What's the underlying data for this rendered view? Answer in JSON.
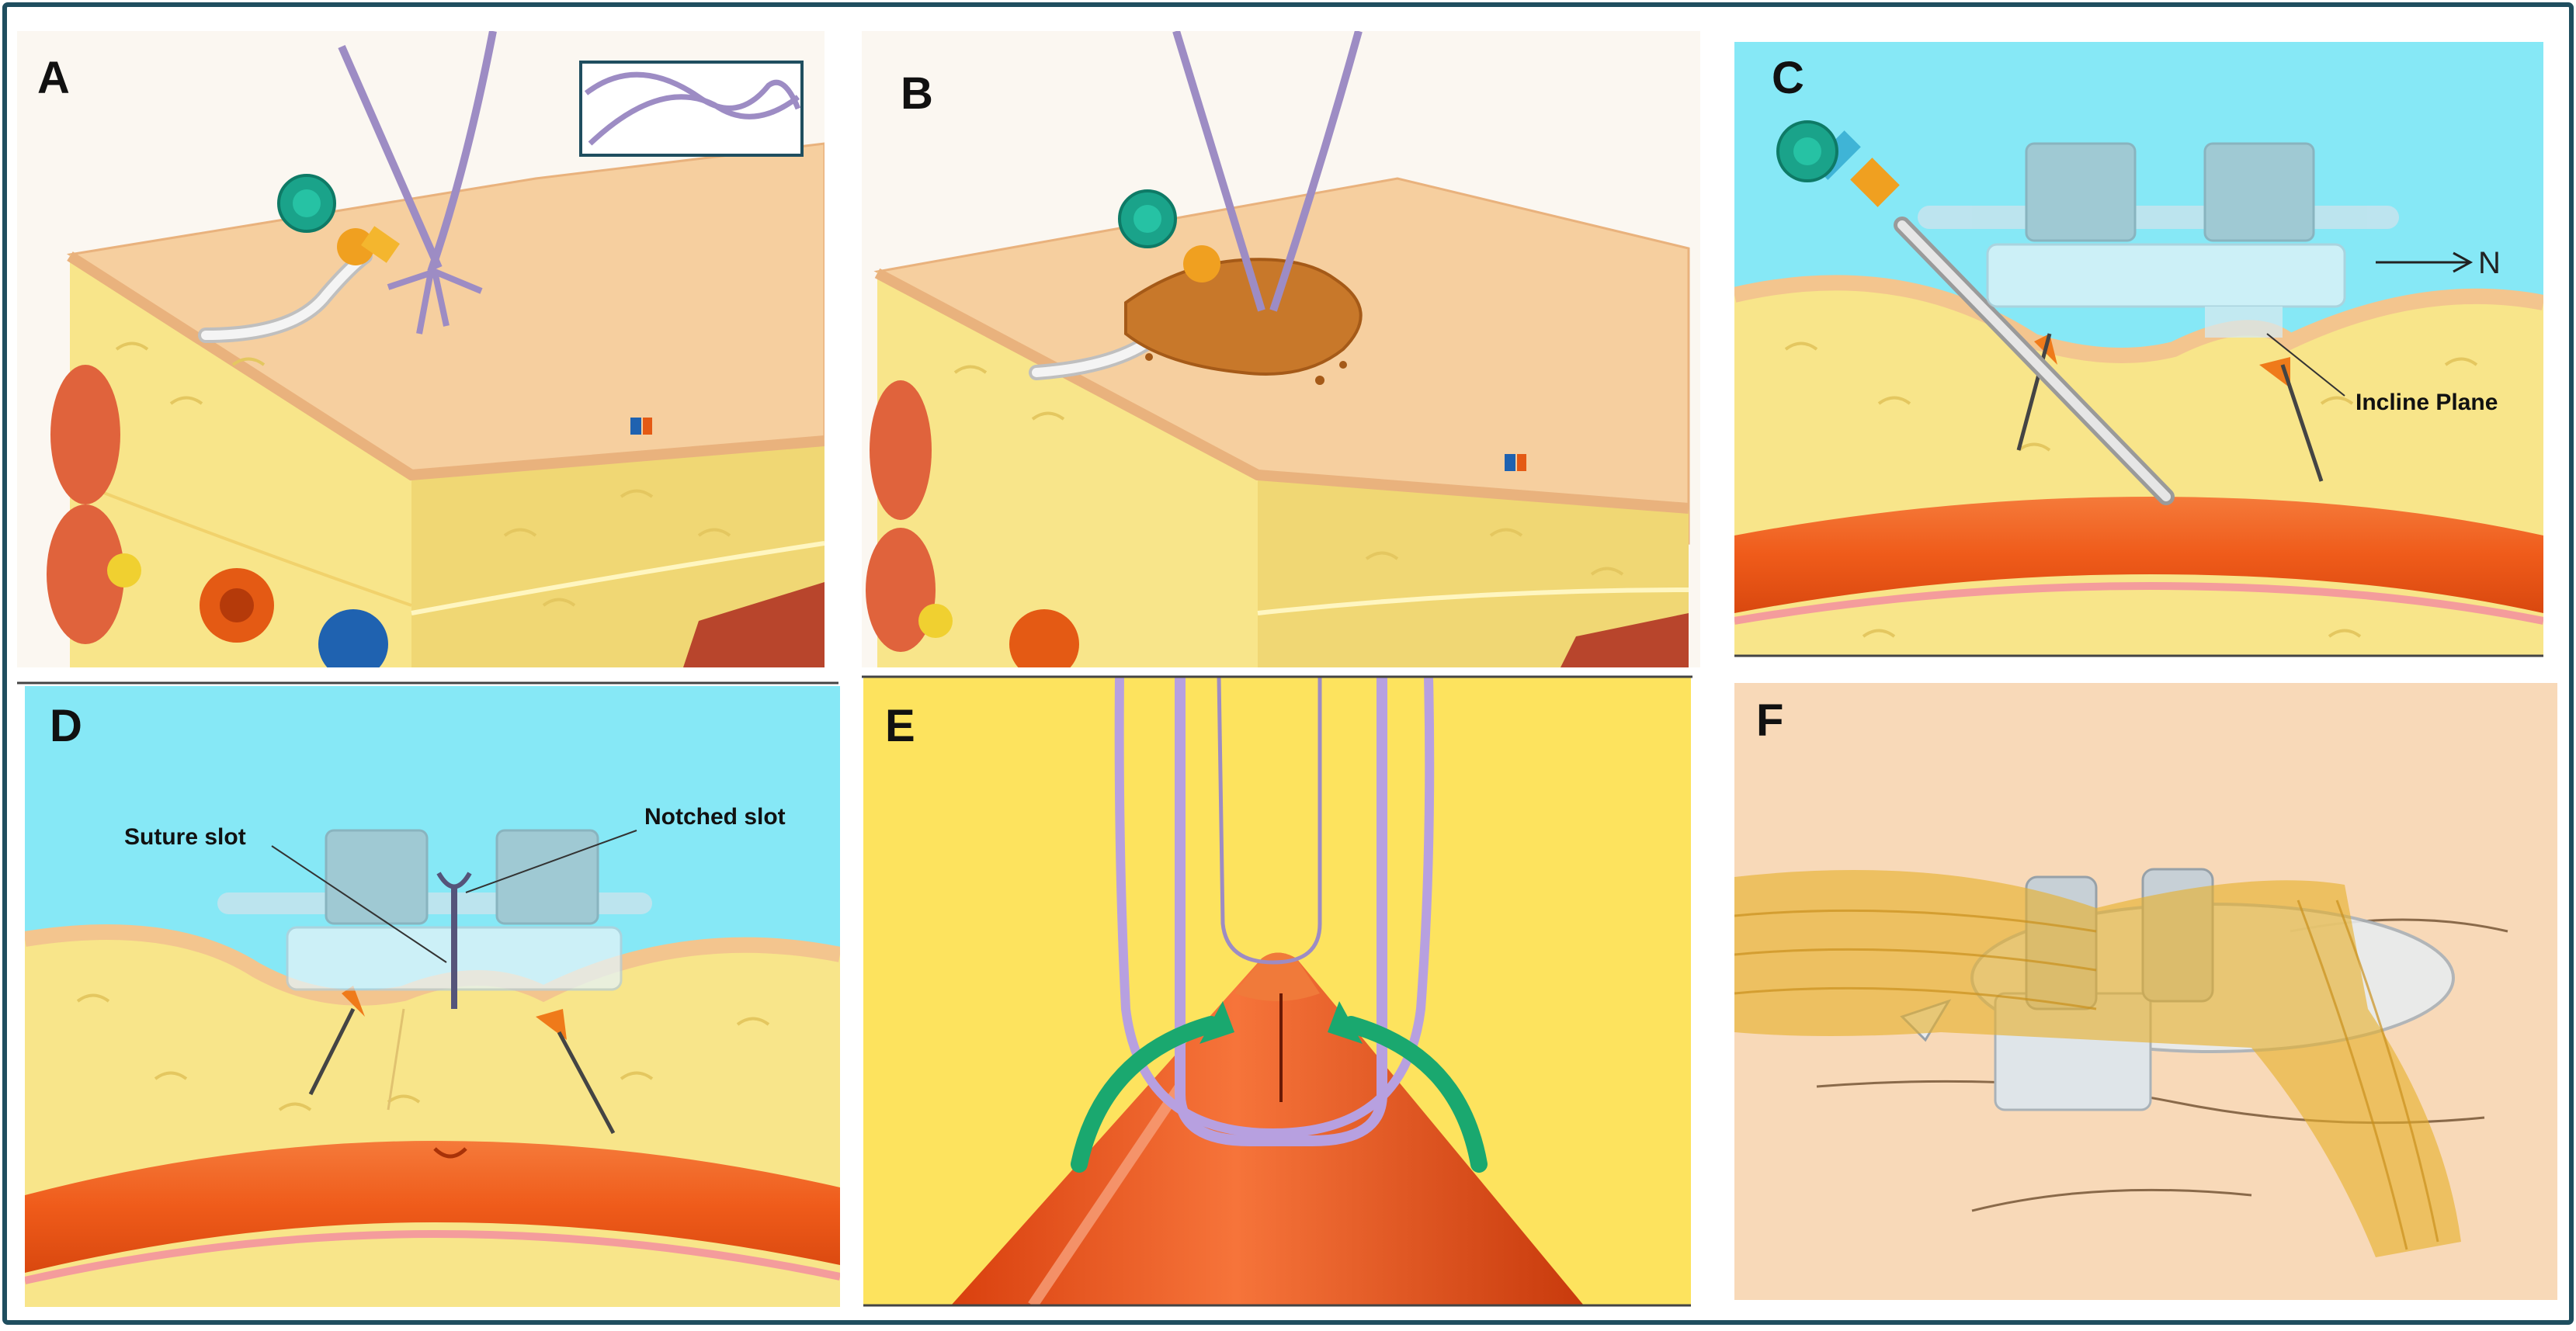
{
  "panels": {
    "a": {
      "letter": "A"
    },
    "b": {
      "letter": "B"
    },
    "c": {
      "letter": "C",
      "arrow_label": "N",
      "callout": "Incline Plane"
    },
    "d": {
      "letter": "D",
      "callout_left": "Suture slot",
      "callout_right": "Notched slot"
    },
    "e": {
      "letter": "E"
    },
    "f": {
      "letter": "F"
    }
  },
  "colors": {
    "border": "#1f4e5f",
    "skin": "#f6cf9f",
    "fat": "#f8e58a",
    "vessel": "#ef5b1a",
    "sky": "#86e8f6",
    "suture": "#b7a0e0",
    "arrow": "#1aa86f",
    "cap": "#1aa38a",
    "hub": "#f0a020",
    "tissue_plug": "#c8782a",
    "device": "#cfe3ec"
  }
}
